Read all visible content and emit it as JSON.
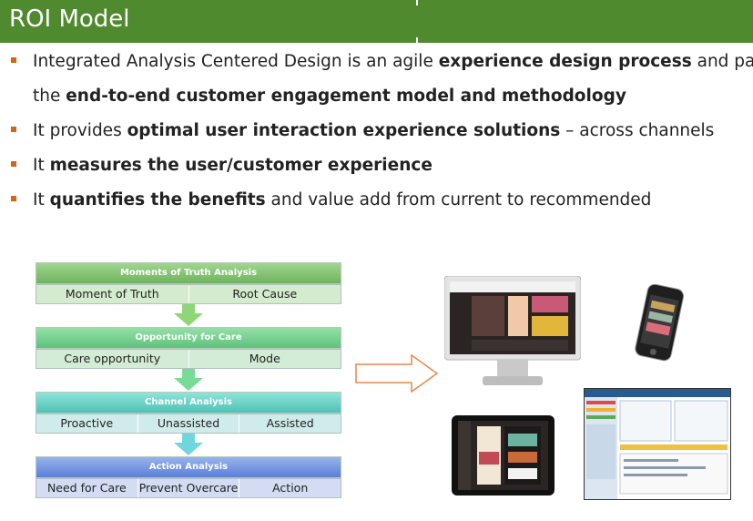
{
  "header": {
    "title": "ROI Model"
  },
  "bullets": [
    {
      "line1": [
        {
          "t": "Integrated Analysis Centered Design is an agile ",
          "b": false
        },
        {
          "t": "experience design process",
          "b": true
        },
        {
          "t": " and part of",
          "b": false
        }
      ],
      "line2": [
        {
          "t": "the ",
          "b": false
        },
        {
          "t": "end-to-end customer engagement model and methodology",
          "b": true
        }
      ]
    },
    {
      "line1": [
        {
          "t": "It provides ",
          "b": false
        },
        {
          "t": "optimal user interaction experience solutions",
          "b": true
        },
        {
          "t": " – across channels",
          "b": false
        }
      ]
    },
    {
      "line1": [
        {
          "t": "It ",
          "b": false
        },
        {
          "t": "measures the user/customer experience",
          "b": true
        }
      ]
    },
    {
      "line1": [
        {
          "t": "It ",
          "b": false
        },
        {
          "t": "quantifies the benefits",
          "b": true
        },
        {
          "t": " and value add from current to recommended",
          "b": false
        }
      ]
    }
  ],
  "stages": [
    {
      "title": "Moments of Truth Analysis",
      "cells": [
        "Moment of Truth",
        "Root Cause"
      ]
    },
    {
      "title": "Opportunity for Care",
      "cells": [
        "Care opportunity",
        "Mode"
      ]
    },
    {
      "title": "Channel Analysis",
      "cells": [
        "Proactive",
        "Unassisted",
        "Assisted"
      ]
    },
    {
      "title": "Action Analysis",
      "cells": [
        "Need for Care",
        "Prevent Overcare",
        "Action"
      ]
    }
  ],
  "colors": {
    "title_bar": "#4f8a2e",
    "bullet_marker": "#d8640f",
    "stage_1_header": "#7cc06a",
    "stage_2_header": "#6fcf8a",
    "stage_3_header": "#5fcfc4",
    "stage_4_header": "#6d8fe0",
    "stage_1_row": "#d4ebcf",
    "stage_2_row": "#d2ecd7",
    "stage_3_row": "#d0ecea",
    "stage_4_row": "#d3dcf2",
    "arrow_outline": "#e8874a"
  },
  "devices": [
    "desktop-monitor-icon",
    "smartphone-icon",
    "tablet-icon",
    "desktop-app-screen-icon"
  ]
}
